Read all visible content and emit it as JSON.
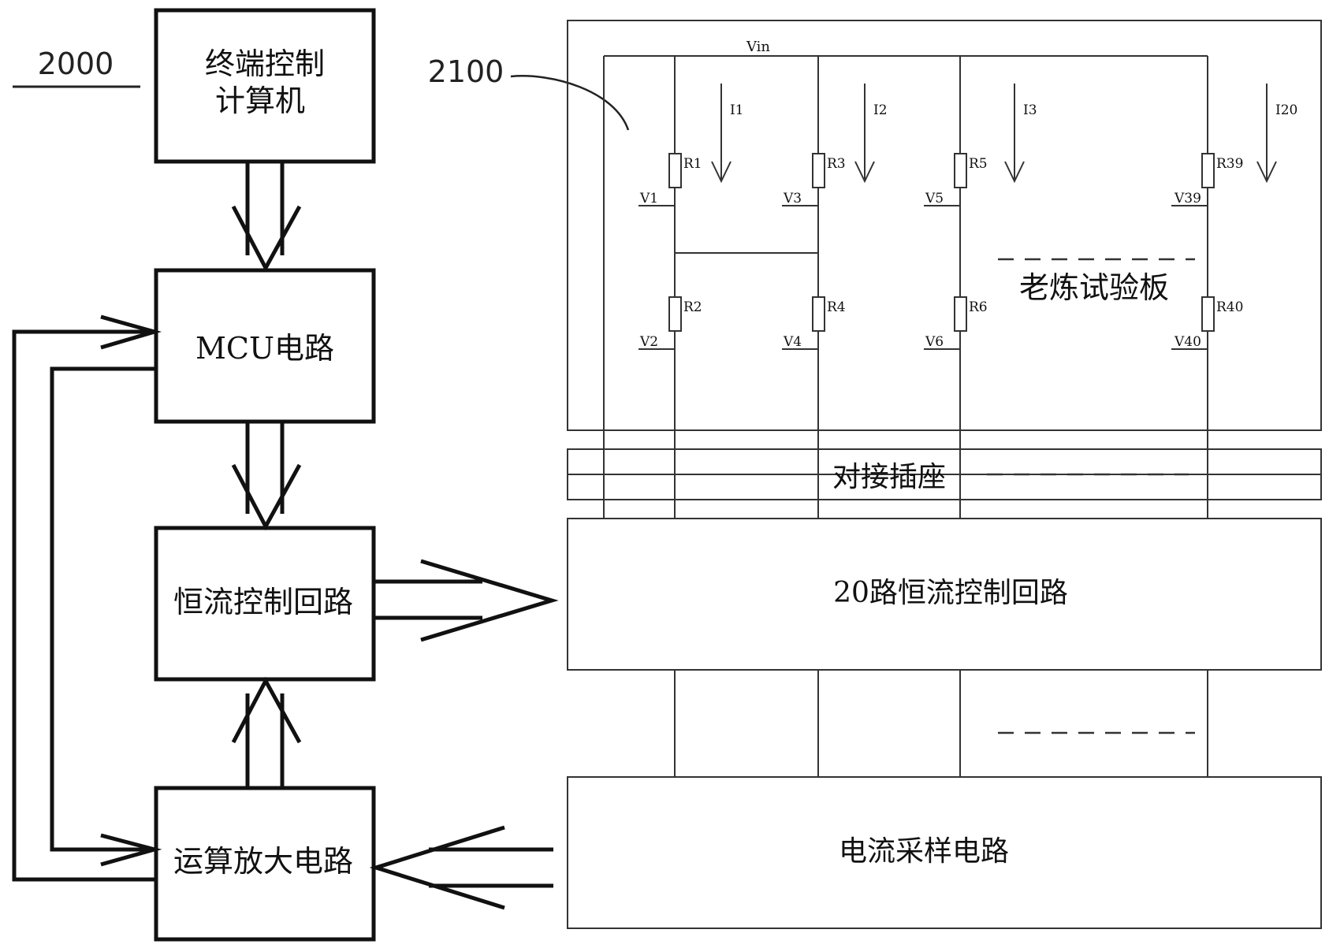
{
  "labels": {
    "ref_2000": "2000",
    "ref_2100": "2100"
  },
  "blocks": {
    "terminal_computer": [
      "终端控制",
      "计算机"
    ],
    "mcu": "MCU电路",
    "cc_control": "恒流控制回路",
    "opamp": "运算放大电路",
    "burnin_board": "老炼试验板",
    "socket": "对接插座",
    "cc20": "20路恒流控制回路",
    "sampling": "电流采样电路"
  },
  "circuit": {
    "vin": "Vin",
    "currents": [
      "I1",
      "I2",
      "I3",
      "I20"
    ],
    "top_resistors": [
      "R1",
      "R3",
      "R5",
      "R39"
    ],
    "top_voltages": [
      "V1",
      "V3",
      "V5",
      "V39"
    ],
    "bottom_resistors": [
      "R2",
      "R4",
      "R6",
      "R40"
    ],
    "bottom_voltages": [
      "V2",
      "V4",
      "V6",
      "V40"
    ]
  }
}
